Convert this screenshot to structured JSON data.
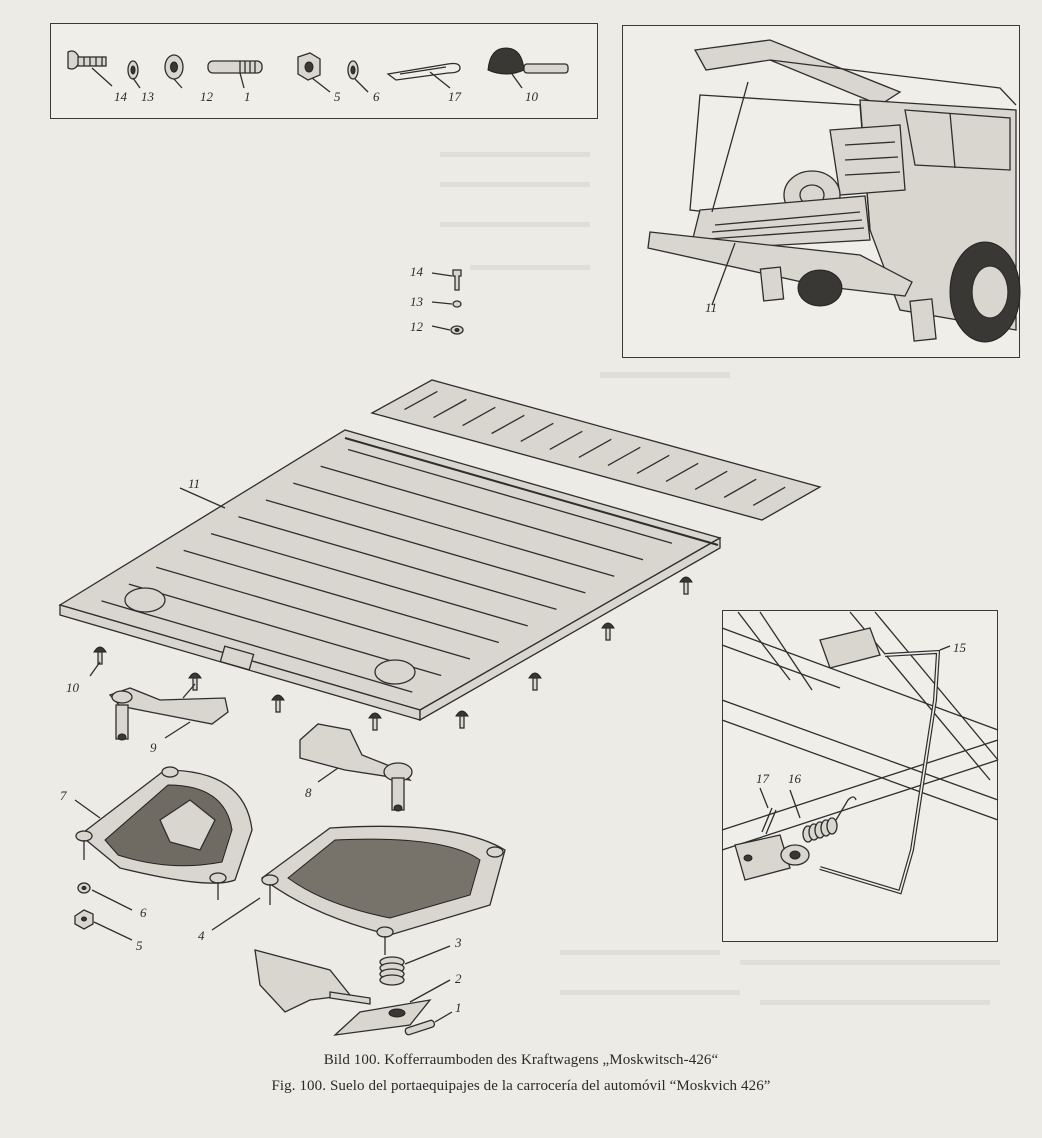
{
  "callouts": {
    "top_strip": [
      "14",
      "13",
      "12",
      "1",
      "5",
      "6",
      "17",
      "10"
    ],
    "car_inset": [
      "11"
    ],
    "hardware_stack": [
      "14",
      "13",
      "12"
    ],
    "floor_panel": [
      "11"
    ],
    "fasteners_left": [
      "10"
    ],
    "brackets": [
      "9",
      "8"
    ],
    "wheel_well": [
      "7",
      "6",
      "5",
      "4"
    ],
    "hinge_parts": [
      "3",
      "2",
      "1"
    ],
    "detail_inset": [
      "15",
      "17",
      "16"
    ]
  },
  "caption": {
    "line1": "Bild 100. Kofferraumboden des Kraftwagens „Moskwitsch-426“",
    "line2": "Fig. 100. Suelo del portaequipajes de la carrocería del  automóvil  “Moskvich  426”"
  }
}
